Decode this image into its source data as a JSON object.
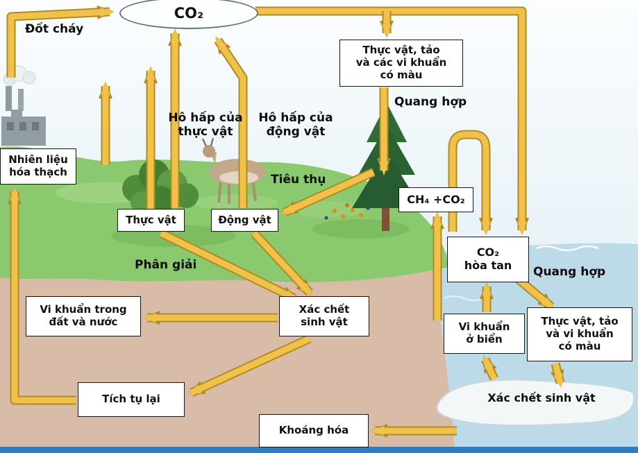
{
  "diagram": {
    "atmosphere_co2": "CO₂",
    "labels": {
      "burning": "Đốt cháy",
      "photosynthesis_air": "Quang hợp",
      "plant_respiration": "Hô hấp của\nthực vật",
      "animal_respiration": "Hô hấp của\nđộng vật",
      "consumption": "Tiêu thụ",
      "decomposition": "Phân giải",
      "photosynthesis_sea": "Quang hợp",
      "sea_dead_organisms": "Xác chết sinh vật"
    },
    "boxes": {
      "fossil_fuel": "Nhiên liệu\nhóa thạch",
      "phytoplankton_air": "Thực vật, tảo\nvà các vi khuẩn\ncó màu",
      "plants": "Thực vật",
      "animals": "Động vật",
      "methane": "CH₄ +CO₂",
      "dissolved_co2": "CO₂\nhòa tan",
      "soil_bacteria": "Vi khuẩn trong\nđất và nước",
      "dead_organisms": "Xác chết\nsinh vật",
      "marine_bacteria": "Vi khuẩn\nở biển",
      "phytoplankton_sea": "Thực vật, tảo\nvà vi khuẩn\ncó màu",
      "accumulation": "Tích tụ lại",
      "mineralization": "Khoáng hóa"
    },
    "colors": {
      "arrow_fill": "#F0C14B",
      "arrow_outline": "#B08A20",
      "land_green": "#8AC96E",
      "soil_tan": "#D9BCA8",
      "water_blue": "#BCDAE8",
      "bottom_bar_blue": "#2E7CBF",
      "box_border": "#141414"
    },
    "edges": [
      {
        "from": "Nhiên liệu hóa thạch",
        "to": "CO₂",
        "label": "Đốt cháy"
      },
      {
        "from": "CO₂",
        "to": "Thực vật, tảo và các vi khuẩn có màu",
        "label": "Quang hợp"
      },
      {
        "from": "Thực vật",
        "to": "CO₂",
        "label": "Hô hấp của thực vật"
      },
      {
        "from": "Động vật",
        "to": "CO₂",
        "label": "Hô hấp của động vật"
      },
      {
        "from": "Thực vật",
        "to": "Động vật",
        "label": "Tiêu thụ"
      },
      {
        "from": "Thực vật",
        "to": "Xác chết sinh vật",
        "label": "Phân giải"
      },
      {
        "from": "Động vật",
        "to": "Xác chết sinh vật",
        "label": "Phân giải"
      },
      {
        "from": "Xác chết sinh vật",
        "to": "Vi khuẩn trong đất và nước",
        "label": ""
      },
      {
        "from": "Xác chết sinh vật",
        "to": "Tích tụ lại",
        "label": ""
      },
      {
        "from": "Tích tụ lại",
        "to": "Nhiên liệu hóa thạch",
        "label": ""
      },
      {
        "from": "CO₂",
        "to": "CO₂ hòa tan",
        "label": ""
      },
      {
        "from": "CO₂ hòa tan",
        "to": "CO₂",
        "label": ""
      },
      {
        "from": "Vi khuẩn ở biển",
        "to": "CO₂ hòa tan",
        "label": ""
      },
      {
        "from": "Vi khuẩn ở biển",
        "to": "CH₄ +CO₂",
        "label": ""
      },
      {
        "from": "CO₂ hòa tan",
        "to": "Thực vật, tảo và vi khuẩn có màu",
        "label": "Quang hợp"
      },
      {
        "from": "Thực vật, tảo và vi khuẩn có màu",
        "to": "Xác chết sinh vật (biển)",
        "label": ""
      },
      {
        "from": "Xác chết sinh vật (biển)",
        "to": "Vi khuẩn ở biển",
        "label": ""
      },
      {
        "from": "Xác chết sinh vật (biển)",
        "to": "Khoáng hóa",
        "label": ""
      }
    ]
  }
}
